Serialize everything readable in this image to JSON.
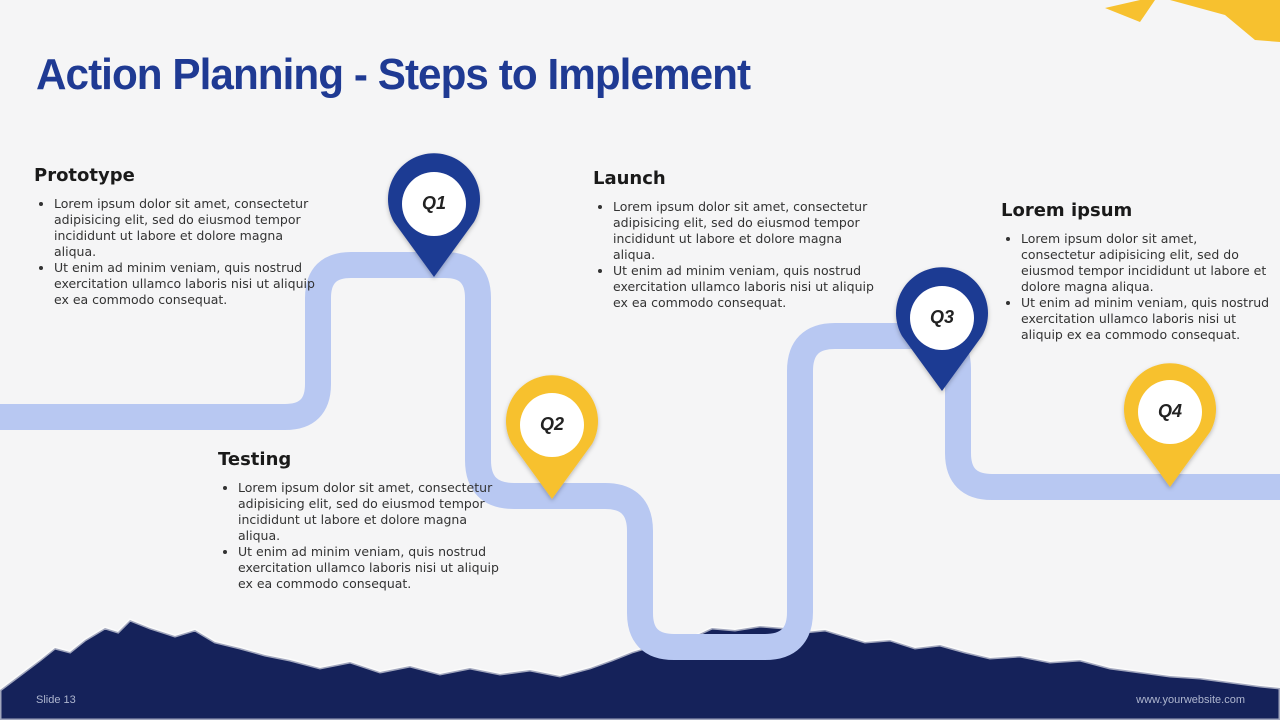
{
  "title": "Action Planning - Steps to Implement",
  "colors": {
    "title": "#1f3a93",
    "road": "#b8c8f2",
    "pin_dark": "#1f3a93",
    "pin_yellow": "#f7c12f",
    "mountains": "#15225a",
    "background": "#f5f5f6"
  },
  "steps": [
    {
      "heading": "Prototype",
      "bullets": [
        "Lorem ipsum dolor sit amet, consectetur adipisicing elit, sed do eiusmod tempor incididunt ut labore et dolore magna aliqua.",
        "Ut enim ad minim veniam, quis nostrud exercitation ullamco laboris nisi ut aliquip ex ea commodo consequat."
      ]
    },
    {
      "heading": "Testing",
      "bullets": [
        "Lorem ipsum dolor sit amet, consectetur adipisicing elit, sed do eiusmod tempor incididunt ut labore et dolore magna aliqua.",
        "Ut enim ad minim veniam, quis nostrud exercitation ullamco laboris nisi ut aliquip ex ea commodo consequat."
      ]
    },
    {
      "heading": "Launch",
      "bullets": [
        "Lorem ipsum dolor sit amet, consectetur adipisicing elit, sed do eiusmod tempor incididunt ut labore et dolore magna aliqua.",
        "Ut enim ad minim veniam, quis nostrud exercitation ullamco laboris nisi ut aliquip ex ea commodo consequat."
      ]
    },
    {
      "heading": "Lorem ipsum",
      "bullets": [
        "Lorem ipsum dolor sit amet, consectetur adipisicing elit, sed do eiusmod tempor incididunt ut labore et dolore magna aliqua.",
        "Ut enim ad minim veniam, quis nostrud exercitation ullamco laboris nisi ut aliquip ex ea commodo consequat."
      ]
    }
  ],
  "pins": [
    {
      "label": "Q1",
      "color": "dark"
    },
    {
      "label": "Q2",
      "color": "yellow"
    },
    {
      "label": "Q3",
      "color": "dark"
    },
    {
      "label": "Q4",
      "color": "yellow"
    }
  ],
  "footer": {
    "slide_number": "Slide 13",
    "website": "www.yourwebsite.com"
  }
}
